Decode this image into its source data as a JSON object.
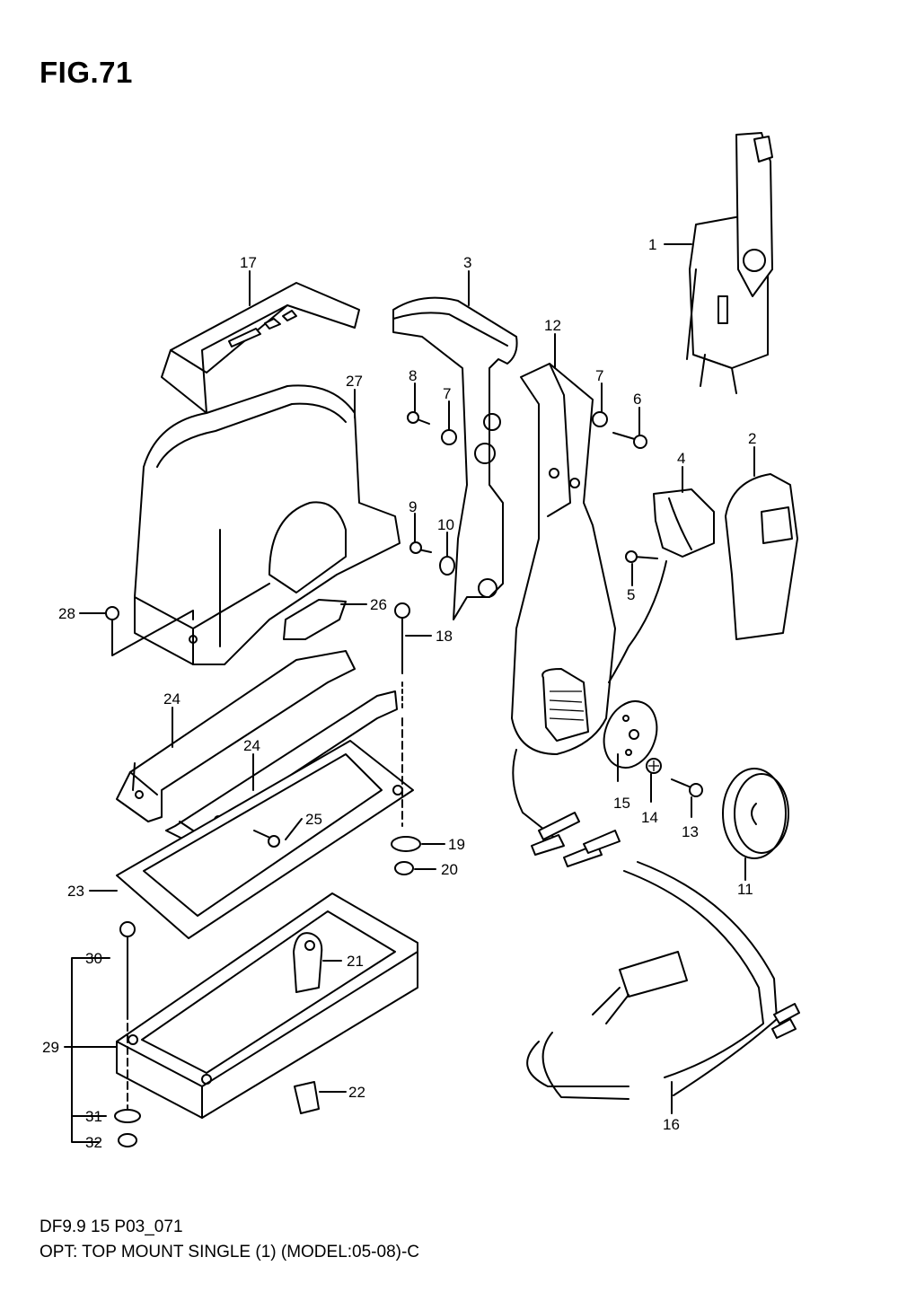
{
  "figure": {
    "title": "FIG.71",
    "footer_line1": "DF9.9 15 P03_071",
    "footer_line2": "OPT: TOP MOUNT SINGLE (1) (MODEL:05-08)-C"
  },
  "part_numbers": [
    "1",
    "2",
    "3",
    "4",
    "5",
    "6",
    "7",
    "7",
    "8",
    "9",
    "10",
    "11",
    "12",
    "13",
    "14",
    "15",
    "16",
    "17",
    "18",
    "19",
    "20",
    "21",
    "22",
    "23",
    "24",
    "24",
    "25",
    "26",
    "27",
    "28",
    "29",
    "30",
    "31",
    "32"
  ]
}
